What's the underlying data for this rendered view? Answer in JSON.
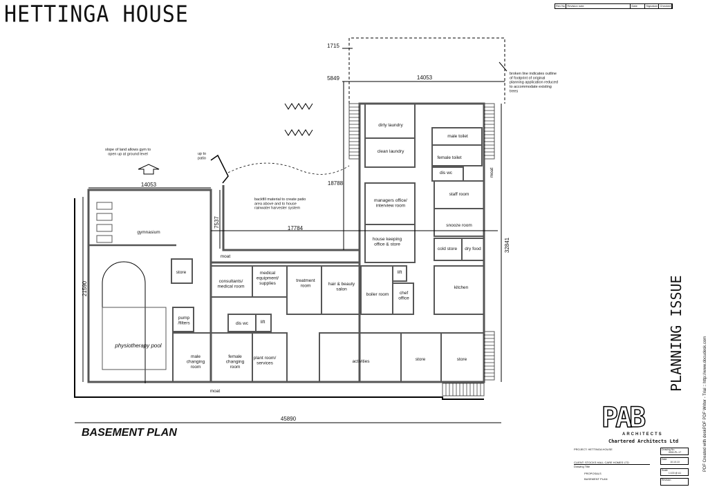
{
  "header": {
    "title": "HETTINGA HOUSE"
  },
  "revision_table": {
    "columns": [
      "Rev No",
      "Revision note",
      "Date",
      "Signature",
      "Checked"
    ]
  },
  "plan": {
    "title": "BASEMENT PLAN",
    "rooms": {
      "dirty_laundry": "dirty laundry",
      "clean_laundry": "clean laundry",
      "male_toilet": "male toilet",
      "female_toilet": "female toilet",
      "dis_wc_north": "dis wc",
      "staff_room": "staff room",
      "managers_office": [
        "managers office/",
        "interview room"
      ],
      "snooze_room": "snooze room",
      "house_keeping": [
        "house keeping",
        "office & store"
      ],
      "cold_store": "cold store",
      "dry_food": "dry food",
      "kitchen": "kitchen",
      "lift_east": "lift",
      "chef_office": [
        "chef",
        "office"
      ],
      "boiler_room": "boiler room",
      "hair_beauty": [
        "hair & beauty",
        "salon"
      ],
      "treatment": [
        "treatment",
        "room"
      ],
      "medical_equipment": [
        "medical",
        "equipment/",
        "supplies"
      ],
      "consultants": [
        "consultants/",
        "medical room"
      ],
      "store_west": "store",
      "gymnasium": "gymnasium",
      "physiotherapy_pool": "physiotherapy pool",
      "pump_filters": [
        "pump",
        "/filters"
      ],
      "dis_wc_south": "dis wc",
      "lift_south": "lift",
      "male_changing": [
        "male",
        "changing",
        "room"
      ],
      "female_changing": [
        "female",
        "changing",
        "room"
      ],
      "plant_room": [
        "plant room/",
        "services"
      ],
      "activities": "activities",
      "store_south_1": "store",
      "store_south_2": "store"
    },
    "moat_label": "moat",
    "dimensions": [
      "14053",
      "14053",
      "1715",
      "5849",
      "18788",
      "17784",
      "7537",
      "21590",
      "32841",
      "45890"
    ],
    "notes": {
      "slope": [
        "slope of land allows gym to",
        "open up at ground level"
      ],
      "patio": [
        "up to",
        "patio"
      ],
      "backfill": [
        "backfill material to create patio",
        "area above and to house",
        "rainwater harvester system"
      ],
      "broken_line": [
        "broken line indicates outline",
        "of footprint of original",
        "planning application reduced",
        "to accommodate existing",
        "trees"
      ]
    }
  },
  "status": {
    "planning_issue": "PLANNING ISSUE"
  },
  "watermark": "PDF Created with deskPDF PDF Writer - Trial :: http://www.docudesk.com",
  "title_block": {
    "logo": "PAB",
    "logo_sub": "ARCHITECTS",
    "firm": "Chartered Architects Ltd",
    "project_label": "PROJECT: HETTINGA HOUSE",
    "client_label": "CLIENT:  STOCKS HALL CARE HOMES LTD",
    "drawing_title_label": "Drawing Title",
    "drawing_title": [
      "PROPOSALS",
      "BASEMENT PLAN"
    ],
    "drawing_no_label": "Drawing No.",
    "drawing_no": "0900-PL-17",
    "date_label": "Date",
    "date": "10.10.10",
    "scale_label": "Scale",
    "scale": "1:100 @ A1",
    "revision_label": "Revision"
  },
  "colors": {
    "wall": "#555555",
    "line": "#000000",
    "window": "#bbbbbb"
  }
}
